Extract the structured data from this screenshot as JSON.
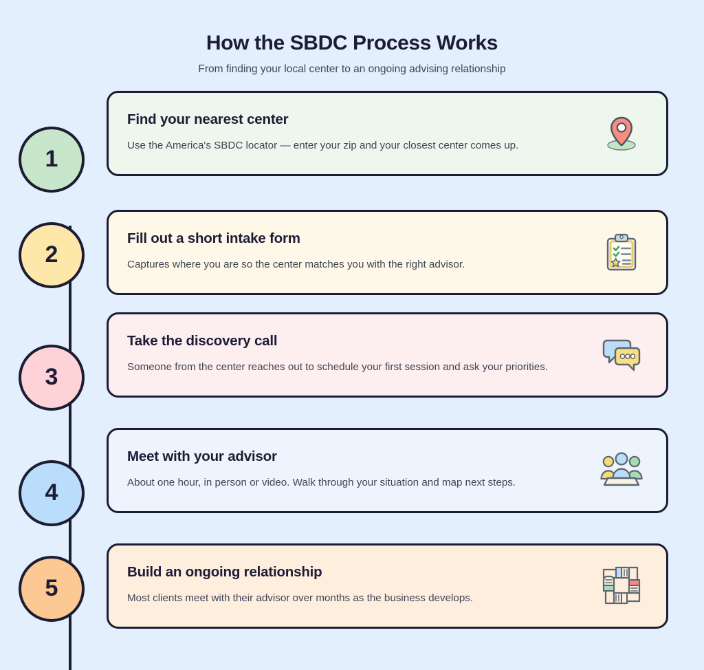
{
  "header": {
    "title": "How the SBDC Process Works",
    "subtitle": "From finding your local center to an ongoing advising relationship"
  },
  "colors": {
    "page_background": "#e3effd",
    "outline": "#1c1c35",
    "title_text": "#1c1c35",
    "body_text": "#3f4556"
  },
  "steps": [
    {
      "number": "1",
      "title": "Find your nearest center",
      "description": "Use the America's SBDC locator — enter your zip and your closest center comes up.",
      "icon": "map-pin-icon",
      "bullet_color": "#c8e6c9",
      "card_color": "#edf7ed"
    },
    {
      "number": "2",
      "title": "Fill out a short intake form",
      "description": "Captures where you are so the center matches you with the right advisor.",
      "icon": "clipboard-checklist-icon",
      "bullet_color": "#fde8a9",
      "card_color": "#fdf8e7"
    },
    {
      "number": "3",
      "title": "Take the discovery call",
      "description": "Someone from the center reaches out to schedule your first session and ask your priorities.",
      "icon": "speech-bubbles-icon",
      "bullet_color": "#fdd3d8",
      "card_color": "#fdeef0"
    },
    {
      "number": "4",
      "title": "Meet with your advisor",
      "description": "About one hour, in person or video. Walk through your situation and map next steps.",
      "icon": "meeting-people-icon",
      "bullet_color": "#b9ddfa",
      "card_color": "#eef4fd"
    },
    {
      "number": "5",
      "title": "Build an ongoing relationship",
      "description": "Most clients meet with their advisor over months as the business develops.",
      "icon": "teamwork-hands-icon",
      "bullet_color": "#fcc894",
      "card_color": "#fdeede"
    }
  ]
}
